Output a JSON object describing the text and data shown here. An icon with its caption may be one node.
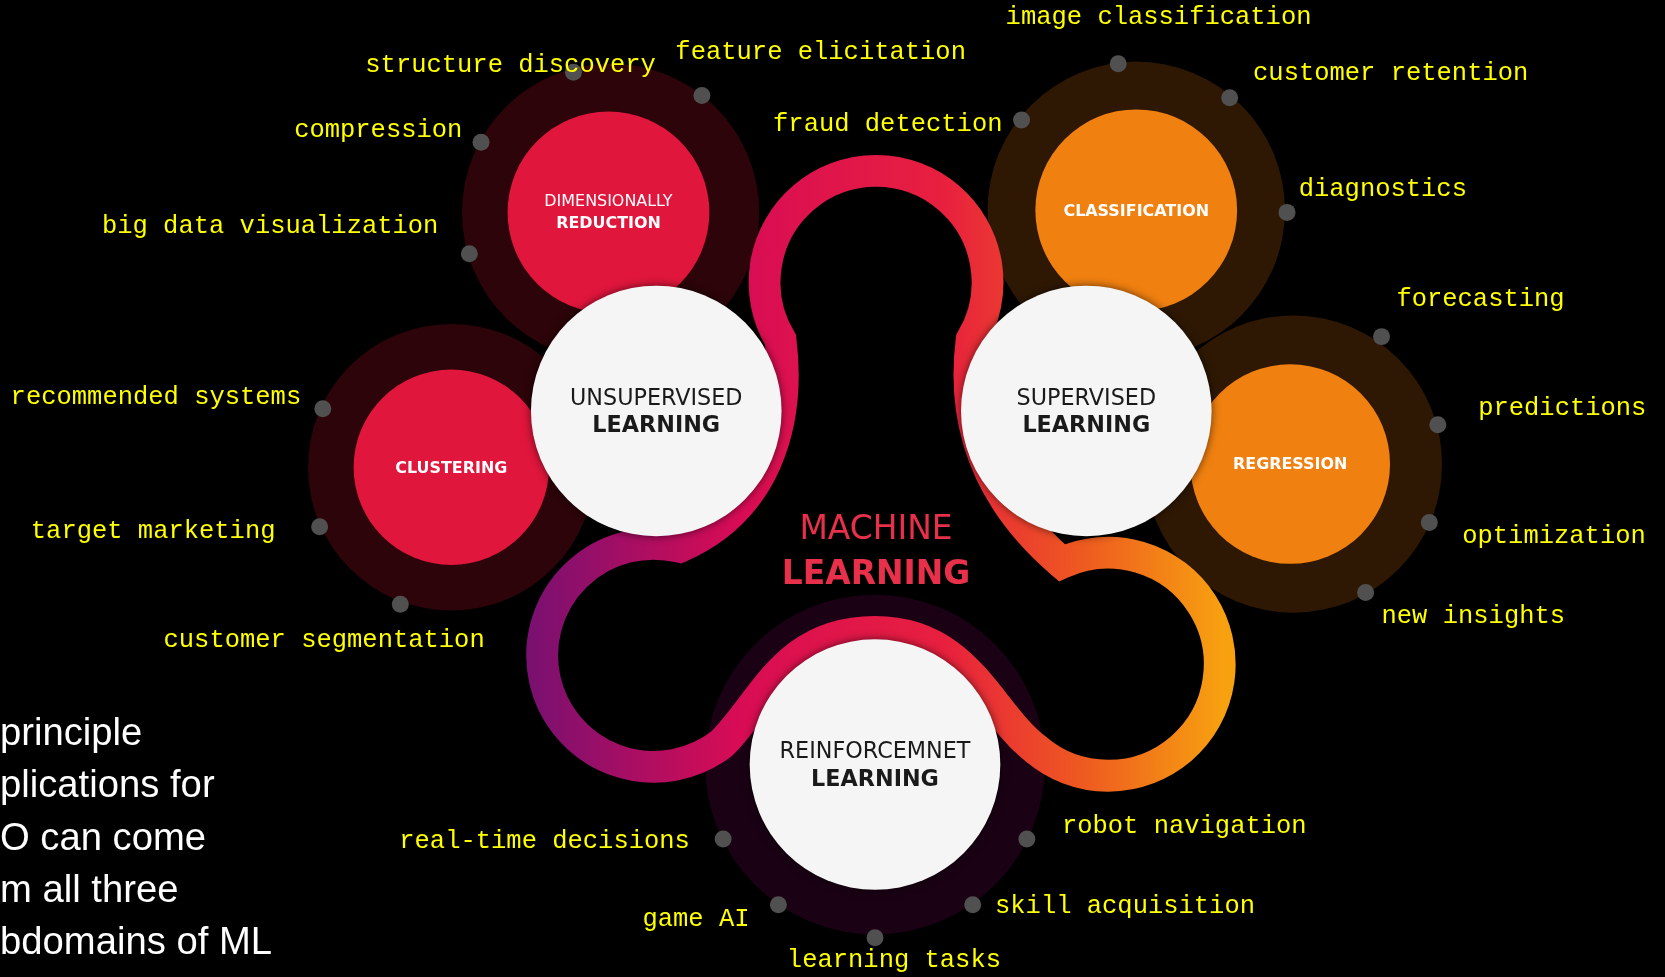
{
  "diagram": {
    "title": "MACHINE **LEARNING**",
    "nodes": [
      {
        "text": [
          "DIMENSIONALLY **REDUCTION**"
        ]
      },
      {
        "text": [
          "**CLASSIFICATION**"
        ]
      },
      {
        "text": [
          "UNSUPERVISED **LEARNING**"
        ]
      },
      {
        "text": [
          "SUPERVISED **LEARNING**"
        ]
      },
      {
        "text": [
          "**CLUSTERING**"
        ]
      },
      {
        "text": [
          "**REGRESSION**"
        ]
      },
      {
        "text": [
          "REINFORCEMNET **LEARNING**"
        ]
      }
    ],
    "labels": [
      "image classification",
      "feature elicitation",
      "structure discovery",
      "customer retention",
      "fraud detection",
      "compression",
      "diagnostics",
      "big data visualization",
      "forecasting",
      "recommended systems",
      "predictions",
      "target marketing",
      "optimization",
      "new insights",
      "customer segmentation",
      "principle",
      "plications for",
      "O can come",
      "m all three",
      "bdomains of ML",
      "real-time decisions",
      "robot navigation",
      "game AI",
      "skill acquisition",
      "learning tasks"
    ]
  }
}
